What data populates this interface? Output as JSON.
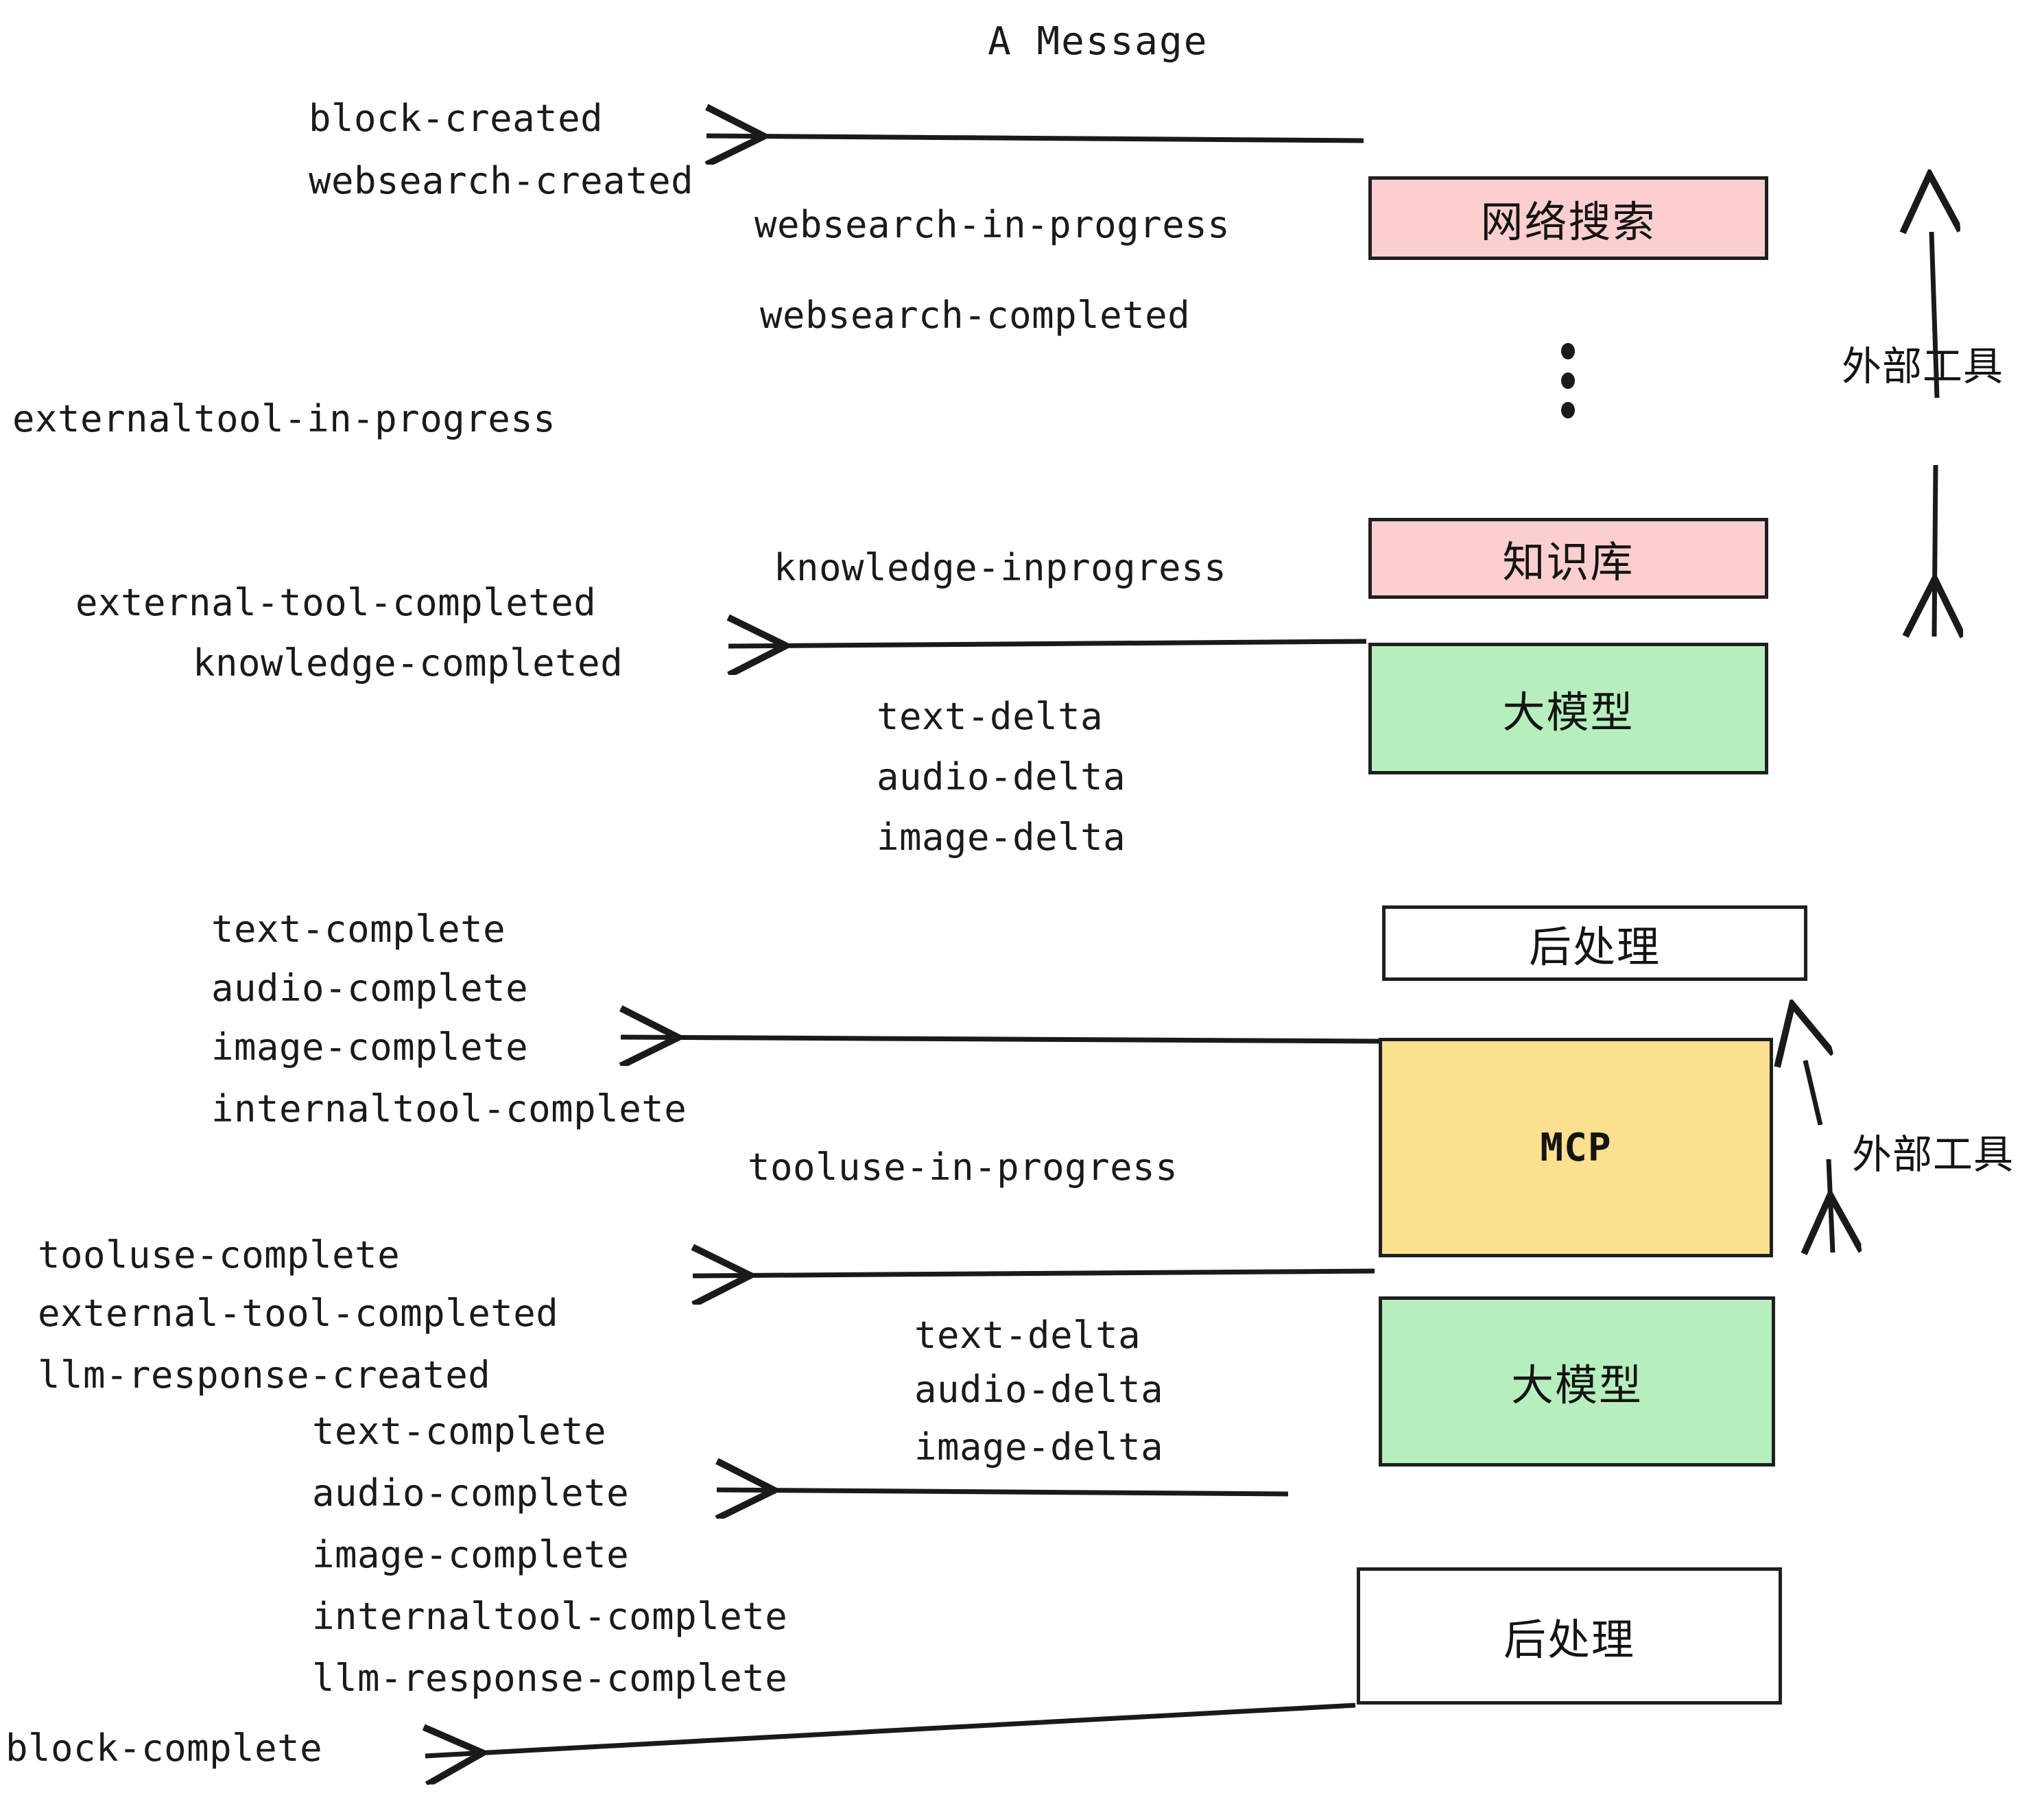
{
  "title": "A Message",
  "events": {
    "block_created": "block-created",
    "websearch_created": "websearch-created",
    "websearch_in_progress": "websearch-in-progress",
    "websearch_completed": "websearch-completed",
    "externaltool_in_progress": "externaltool-in-progress",
    "knowledge_inprogress": "knowledge-inprogress",
    "external_tool_completed_1": "external-tool-completed",
    "knowledge_completed": "knowledge-completed",
    "text_delta_1": "text-delta",
    "audio_delta_1": "audio-delta",
    "image_delta_1": "image-delta",
    "text_complete_1": "text-complete",
    "audio_complete_1": "audio-complete",
    "image_complete_1": "image-complete",
    "internaltool_complete_1": "internaltool-complete",
    "tooluse_in_progress": "tooluse-in-progress",
    "tooluse_complete": "tooluse-complete",
    "external_tool_completed_2": "external-tool-completed",
    "llm_response_created": "llm-response-created",
    "text_delta_2": "text-delta",
    "audio_delta_2": "audio-delta",
    "image_delta_2": "image-delta",
    "text_complete_2": "text-complete",
    "audio_complete_2": "audio-complete",
    "image_complete_2": "image-complete",
    "internaltool_complete_2": "internaltool-complete",
    "llm_response_complete": "llm-response-complete",
    "block_complete": "block-complete"
  },
  "boxes": {
    "websearch": "网络搜索",
    "knowledge": "知识库",
    "llm_1": "大模型",
    "postprocess_1": "后处理",
    "mcp": "MCP",
    "llm_2": "大模型",
    "postprocess_2": "后处理"
  },
  "annotations": {
    "external_tools_top": "外部工具",
    "external_tools_bottom": "外部工具"
  },
  "colors": {
    "pink": "#fbcfcf",
    "green": "#b6efbd",
    "yellow": "#fae08f",
    "white": "#ffffff",
    "stroke": "#1f1f1f",
    "text": "#1a1a1a"
  }
}
